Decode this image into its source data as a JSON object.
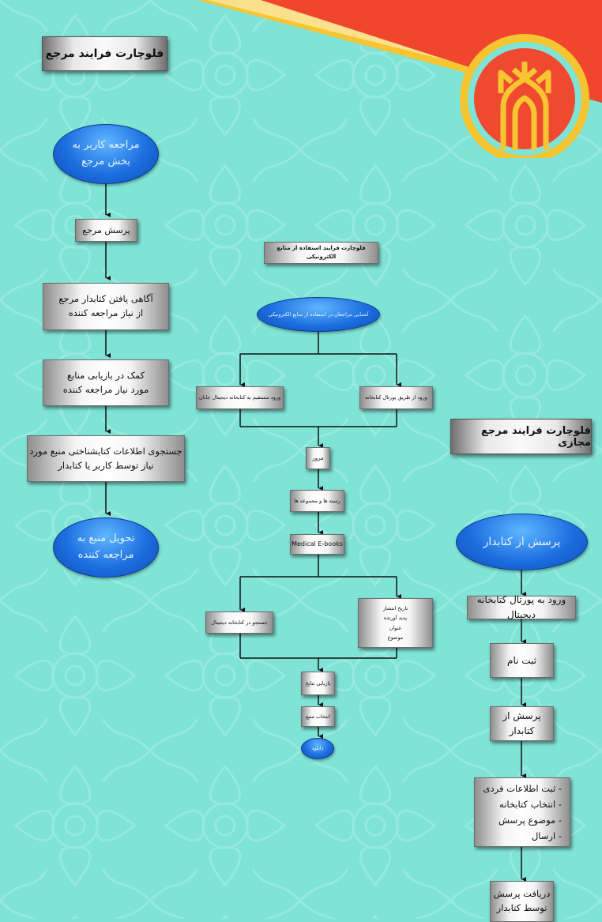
{
  "colors": {
    "background": "#7fe3d6",
    "banner_red": "#f0462e",
    "banner_gold": "#f6c531",
    "logo_ring": "#e6b42b",
    "ellipse_blue": "#1d6fe0"
  },
  "logo": {
    "icon": "university-emblem-icon"
  },
  "left_flow": {
    "title": "فلوچارت فرایند مرجع",
    "start": "مراجعه کاربر به\nبخش مرجع",
    "step1": "پرسش مرجع",
    "step2": "آگاهی یافتن کتابدار مرجع\nاز نیاز مراجعه کننده",
    "step3": "کمک در بازیابی منابع\nمورد نیاز مراجعه کننده",
    "step4": "جستجوی اطلاعات کتابشناختی منبع مورد\nنیاز توسط کاربر یا کتابدار",
    "end": "تحویل منبع به\nمراجعه کننده"
  },
  "middle_flow": {
    "title": "فلوچارت فرایند استفاده از منابع الکترونیکی",
    "start": "آشنایی مراجعان در استفاده از منابع الکترونیکی",
    "branch_right": "ورود از طریق پورتال کتابخانه",
    "branch_left": "ورود مستقیم به کتابخانه دیجیتال جانان",
    "browse": "مرور",
    "collections": "رسته ها و مجموعه ها",
    "ebooks": "Medical E-books",
    "search_right": "تاریخ انتشار\nپدید آورنده\nعنوان\nموضوع",
    "search_left": "جستجو در کتابخانه دیجیتال",
    "results": "بازیابی نتایج",
    "select": "انتخاب منبع",
    "end": "دانلود"
  },
  "right_flow": {
    "title": "فلوچارت فرایند مرجع مجازی",
    "start": "پرسش از کتابدار",
    "step1": "ورود به پورتال کتابخانه دیجیتال",
    "step2": "ثبت نام",
    "step3": "پرسش از کتابدار",
    "step4": "- ثبت اطلاعات فردی\n- انتخاب کتابخانه\n- موضوع پرسش\n- ارسال",
    "step5": "دریافت پرسش\nتوسط کتابدار"
  }
}
